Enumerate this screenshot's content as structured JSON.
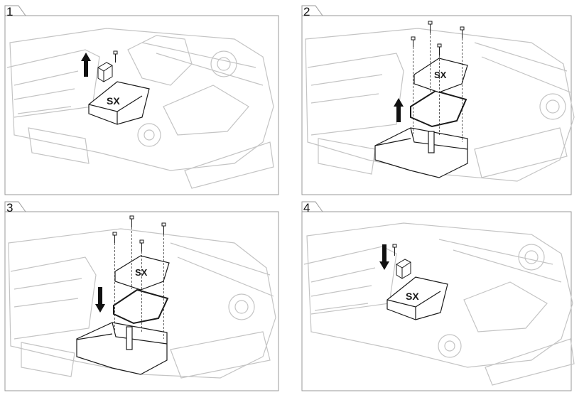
{
  "steps": [
    {
      "number": "1",
      "action": "remove"
    },
    {
      "number": "2",
      "action": "remove"
    },
    {
      "number": "3",
      "action": "install"
    },
    {
      "number": "4",
      "action": "install"
    }
  ],
  "colors": {
    "frame": "#9a9a9a",
    "chassis": "#c4c4c4",
    "part": "#1a1a1a",
    "arrow": "#111111"
  }
}
